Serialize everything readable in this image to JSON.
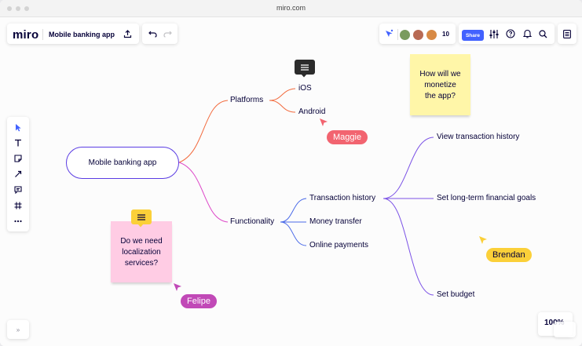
{
  "browser": {
    "url": "miro.com"
  },
  "topbar": {
    "logo": "miro",
    "board_name": "Mobile banking app",
    "collaborator_count": "10",
    "share_label": "Share",
    "icons": [
      "upload-icon",
      "undo-icon",
      "redo-icon",
      "reactions-icon",
      "settings-sliders-icon",
      "help-icon",
      "bell-icon",
      "search-icon",
      "menu-icon"
    ]
  },
  "toolbar": {
    "tools": [
      "select-tool",
      "text-tool",
      "sticky-note-tool",
      "connection-line-tool",
      "comment-tool",
      "frame-tool",
      "more-tools"
    ]
  },
  "mindmap": {
    "root": "Mobile banking app",
    "branches": [
      {
        "label": "Platforms",
        "color": "#f26a3d",
        "children": [
          "iOS",
          "Android"
        ]
      },
      {
        "label": "Functionality",
        "color": "#dd48c8",
        "children": [
          "Transaction history",
          "Money transfer",
          "Online payments"
        ]
      }
    ],
    "transaction_children": [
      "View transaction history",
      "Set long-term financial goals",
      "Set budget"
    ],
    "sub_colors": {
      "platforms": "#f26a3d",
      "functionality": "#4a6ae8",
      "transaction": "#7b52e6"
    }
  },
  "stickies": {
    "monetize": {
      "text_lines": [
        "How will we",
        "monetize",
        "the app?"
      ],
      "color": "#fff6a8"
    },
    "localization": {
      "text_lines": [
        "Do we need",
        "localization",
        "services?"
      ],
      "color": "#ffcce4"
    }
  },
  "cursors": [
    {
      "name": "Maggie",
      "color": "#f26470"
    },
    {
      "name": "Brendan",
      "color": "#fbd039"
    },
    {
      "name": "Felipe",
      "color": "#c149b7"
    }
  ],
  "footer": {
    "zoom": "100%",
    "expand_label": "»"
  }
}
